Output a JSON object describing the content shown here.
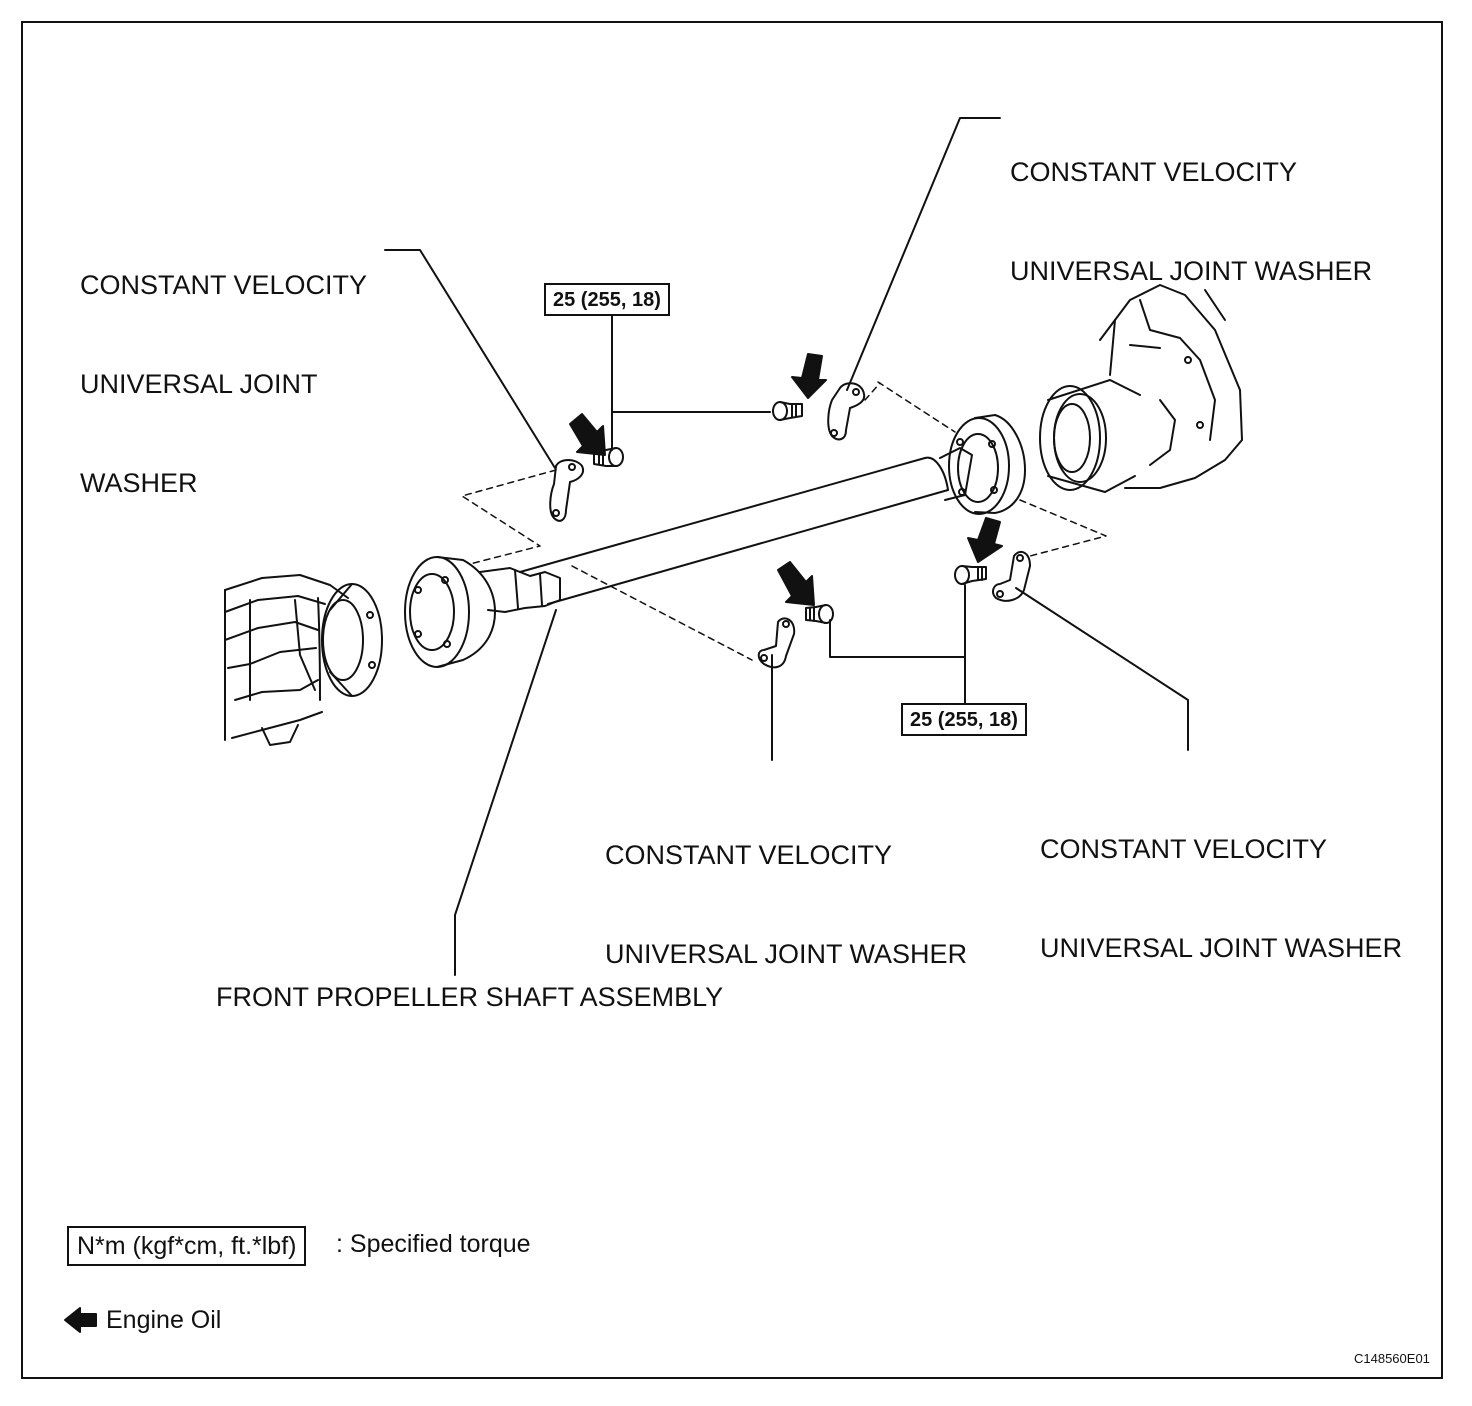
{
  "labels": {
    "washer_top_right": [
      "CONSTANT VELOCITY",
      "UNIVERSAL JOINT WASHER"
    ],
    "washer_top_left": [
      "CONSTANT VELOCITY",
      "UNIVERSAL JOINT",
      "WASHER"
    ],
    "washer_bottom_center": [
      "CONSTANT VELOCITY",
      "UNIVERSAL JOINT WASHER"
    ],
    "washer_bottom_right": [
      "CONSTANT VELOCITY",
      "UNIVERSAL JOINT WASHER"
    ],
    "shaft": "FRONT PROPELLER SHAFT ASSEMBLY"
  },
  "torque": {
    "top": "25 (255, 18)",
    "bottom": "25 (255, 18)"
  },
  "legend": {
    "torque_box": "N*m (kgf*cm, ft.*lbf)",
    "torque_text": ": Specified torque",
    "oil_text": "Engine Oil"
  },
  "figure_code": "C148560E01"
}
